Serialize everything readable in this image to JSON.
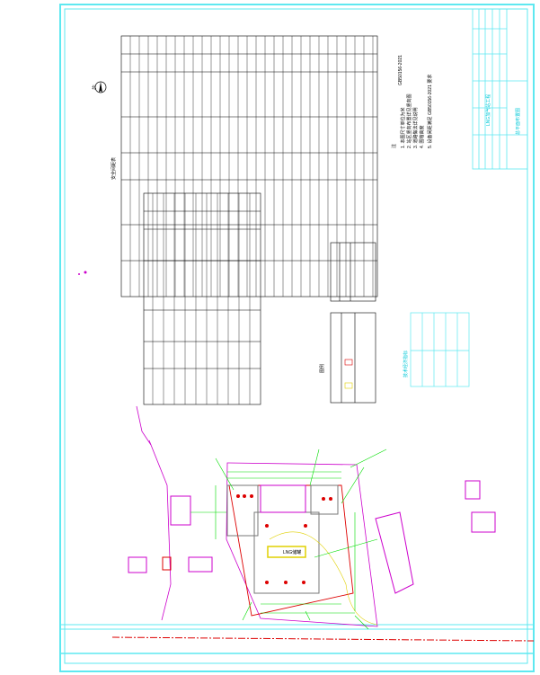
{
  "drawing": {
    "title_block": {
      "title": "总平面布置图",
      "project": "LNG加气站工程"
    },
    "notes": {
      "heading": "注",
      "standard": "GB50156-2021",
      "lines": [
        "1. 本图尺寸单位为米",
        "2. 站区竖向布置详见竖向图",
        "3. 道路做法详见说明",
        "4. 围墙高度",
        "5. 设备间距满足 GB50156-2021 要求"
      ]
    },
    "tables": {
      "legend_title": "图例",
      "summary_title": "技术经济指标",
      "distance_title": "安全间距表"
    },
    "site": {
      "station_label": "LNG储罐",
      "north_label": "北"
    }
  }
}
